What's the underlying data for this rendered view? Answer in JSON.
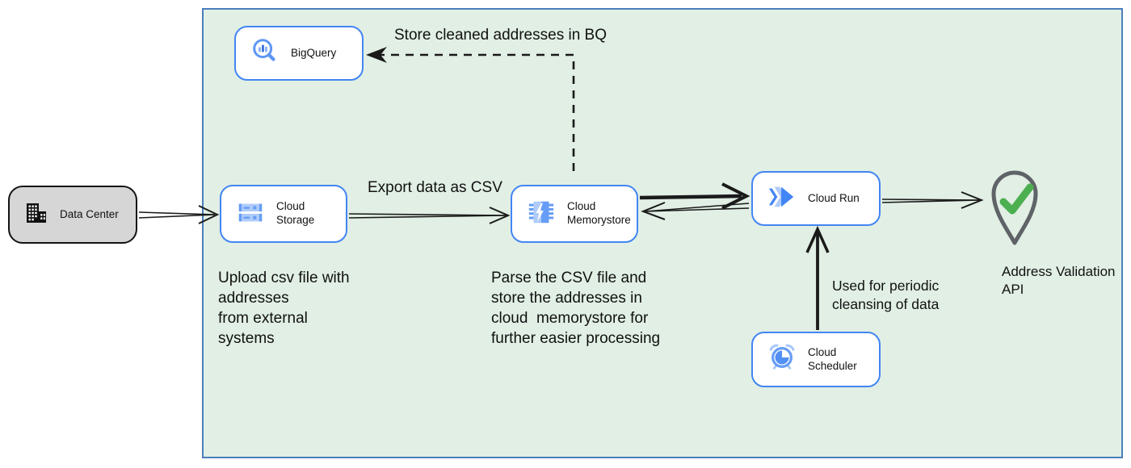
{
  "diagram_type": "cloud-architecture-flowchart",
  "nodes": {
    "data_center": {
      "label": "Data Center",
      "icon": "building-icon"
    },
    "bigquery": {
      "label": "BigQuery",
      "icon": "bigquery-magnifier-chart-icon"
    },
    "cloud_storage": {
      "label": "Cloud Storage",
      "icon": "storage-buckets-icon"
    },
    "cloud_memorystore": {
      "label": "Cloud Memorystore",
      "icon": "memory-chip-bolt-icon"
    },
    "cloud_run": {
      "label": "Cloud Run",
      "icon": "run-chevrons-icon"
    },
    "cloud_scheduler": {
      "label": "Cloud Scheduler",
      "icon": "alarm-clock-icon"
    },
    "address_validation_api": {
      "label": "Address Validation API",
      "icon": "location-pin-check-icon"
    }
  },
  "annotations": {
    "store_bq": "Store cleaned addresses in BQ",
    "export_csv": "Export data as CSV",
    "upload": "Upload csv file with\naddresses\nfrom external\nsystems",
    "parse": "Parse the CSV file and\nstore the addresses in\ncloud  memorystore for\nfurther easier processing",
    "periodic": "Used for periodic\ncleansing of data"
  },
  "colors": {
    "region_fill": "#e1efe4",
    "region_border": "#4a7ebd",
    "node_border_blue": "#4285f4",
    "icon_blue_dark": "#4285f4",
    "icon_blue_mid": "#669df6",
    "icon_blue_light": "#aecbfa",
    "data_center_fill": "#d6d6d6",
    "arrow_black": "#1a1a1a",
    "pin_gray": "#5f6368",
    "check_green": "#4caf50"
  }
}
